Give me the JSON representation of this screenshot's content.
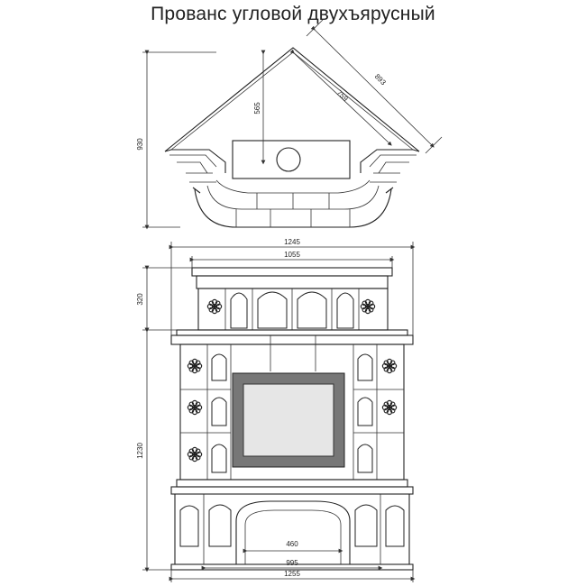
{
  "title": "Прованс угловой двухъярусный",
  "top_view": {
    "dim_height": "930",
    "dim_depth": "565",
    "dim_side_inner": "759",
    "dim_side_outer": "893"
  },
  "front_view": {
    "dim_width_top": "1245",
    "dim_width_upper": "1055",
    "dim_upper_height": "320",
    "dim_lower_height": "1230",
    "dim_opening": "460",
    "dim_base_inner": "995",
    "dim_base_outer": "1255"
  },
  "colors": {
    "line": "#222222",
    "firebox_frame": "#777777",
    "firebox_glass": "#e6e6e6"
  }
}
